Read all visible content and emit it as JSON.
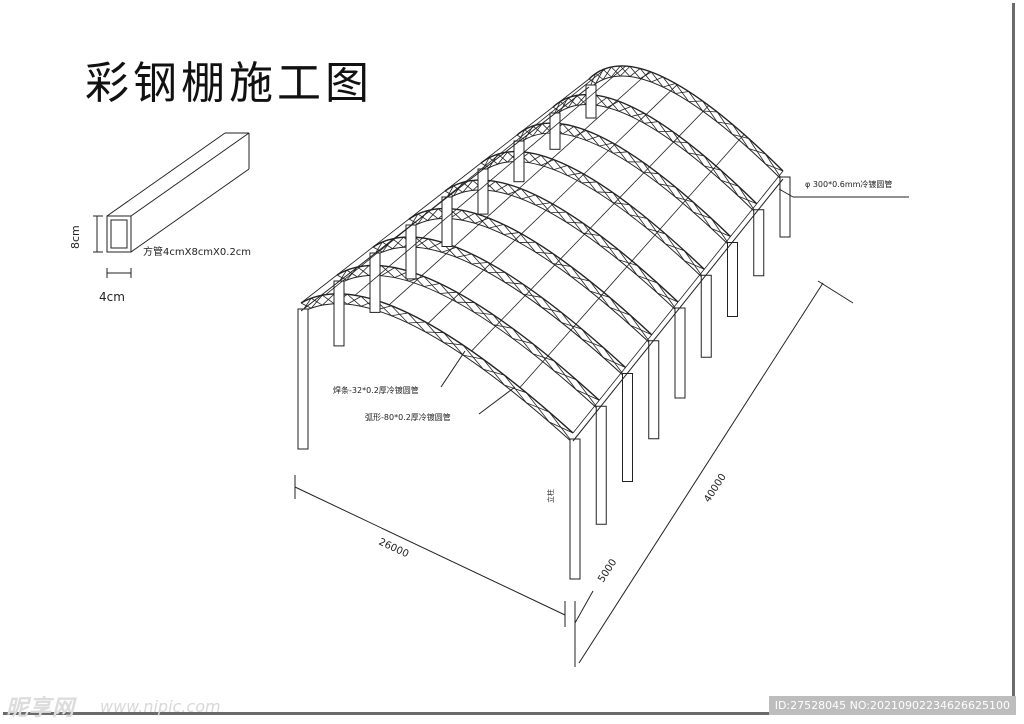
{
  "title": "彩钢棚施工图",
  "section": {
    "height_label": "8cm",
    "width_label": "4cm",
    "spec": "方管4cmX8cmX0.2cm"
  },
  "labels": {
    "top_pipe": "φ 300*0.6mm冷镀圆管",
    "weld": "焊条-32*0.2厚冷镀圆管",
    "arc": "弧形-80*0.2厚冷镀圆管",
    "column_tag": "立柱"
  },
  "dimensions": {
    "span": "26000",
    "length": "40000",
    "bay": "5000"
  },
  "footer": {
    "logo": "昵享网",
    "url": "www.nipic.com",
    "id": "ID:27528045 NO:20210902234626625100"
  }
}
